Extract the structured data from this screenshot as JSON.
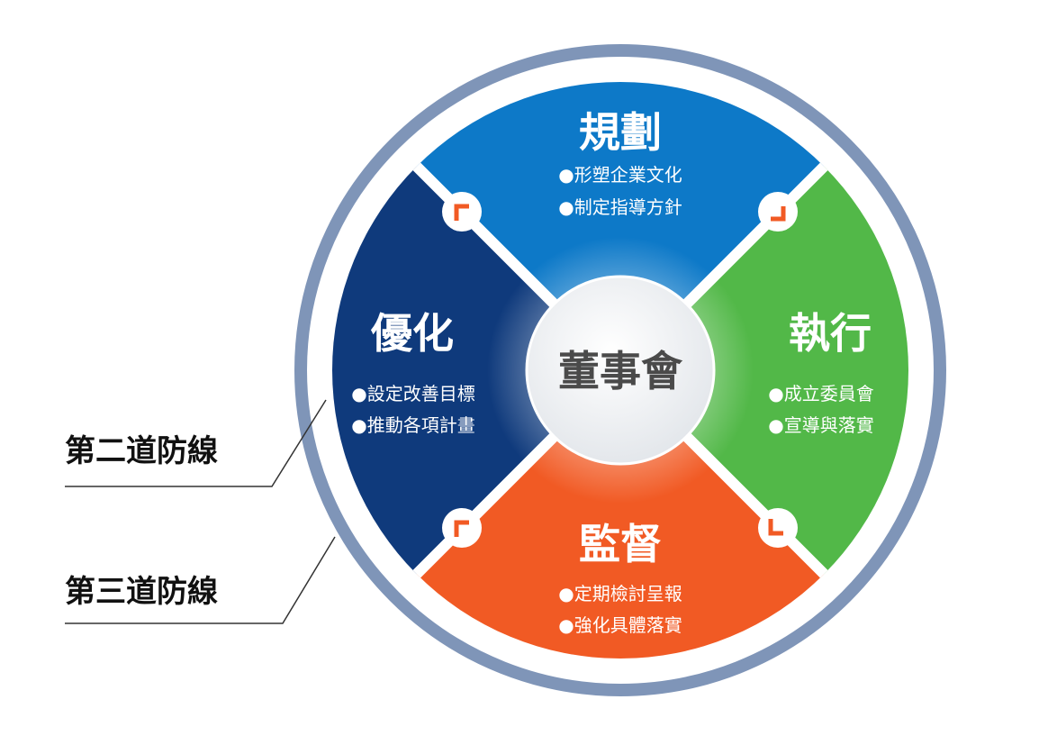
{
  "center": {
    "label": "董事會"
  },
  "quadrants": {
    "top": {
      "title": "規劃",
      "items": [
        "●形塑企業文化",
        "●制定指導方針"
      ],
      "color": "#0d79c8"
    },
    "right": {
      "title": "執行",
      "items": [
        "●成立委員會",
        "●宣導與落實"
      ],
      "color": "#52b848"
    },
    "bottom": {
      "title": "監督",
      "items": [
        "●定期檢討呈報",
        "●強化具體落實"
      ],
      "color": "#f15a24"
    },
    "left": {
      "title": "優化",
      "items": [
        "●設定改善目標",
        "●推動各項計畫"
      ],
      "color": "#0f3a7c"
    }
  },
  "lines": {
    "second": "第二道防線",
    "third": "第三道防線"
  },
  "colors": {
    "ring": "#7f95b8",
    "connector": "#f15a24",
    "center_bg": "#eef0f3"
  }
}
